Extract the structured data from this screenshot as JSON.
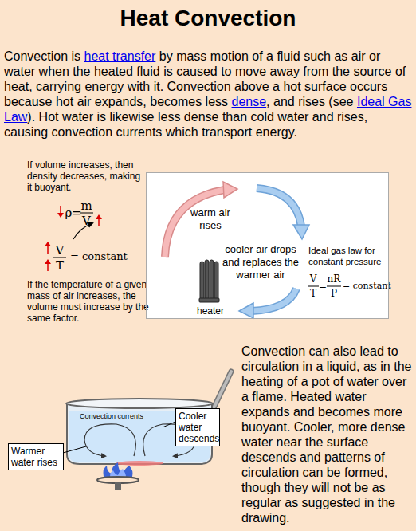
{
  "diagram": {
    "title": "Heat Convection",
    "nodes": [
      {
        "text": [
          "warm air rises",
          "cooler air drops and replaces the warmer air",
          "Ideal gas law for constant pressure",
          "heater"
        ]
      },
      {
        "text": [
          "Cooler water descends"
        ]
      },
      {
        "text": [
          "Warmer water rises"
        ]
      }
    ],
    "labels": [
      "Convection is",
      "heat transfer",
      "by mass motion of a fluid such as air or water when the heated fluid is caused to move away from the source of heat, carrying energy with it. Convection above a hot surface occurs because hot air expands, becomes less",
      "dense",
      ", and rises (see",
      "Ideal Gas Law",
      "). Hot water is likewise less dense than cold water and rises, causing convection currents which transport energy.",
      "If volume increases, then density decreases, making it buoyant.",
      "ρ",
      "=",
      "m",
      "V",
      "V",
      "T",
      "= constant",
      "If the temperature of a given mass of air increases, the volume must increase by the same factor.",
      "V",
      "T",
      "=",
      "nR",
      "P",
      "= constant",
      "Convection currents",
      "Convection can also lead to circulation in a liquid, as in the heating of a pot of water over a flame. Heated water expands and becomes more buoyant. Cooler, more dense water near the surface descends and patterns of circulation can be formed, though they will not be as regular as suggested in the drawing."
    ]
  }
}
